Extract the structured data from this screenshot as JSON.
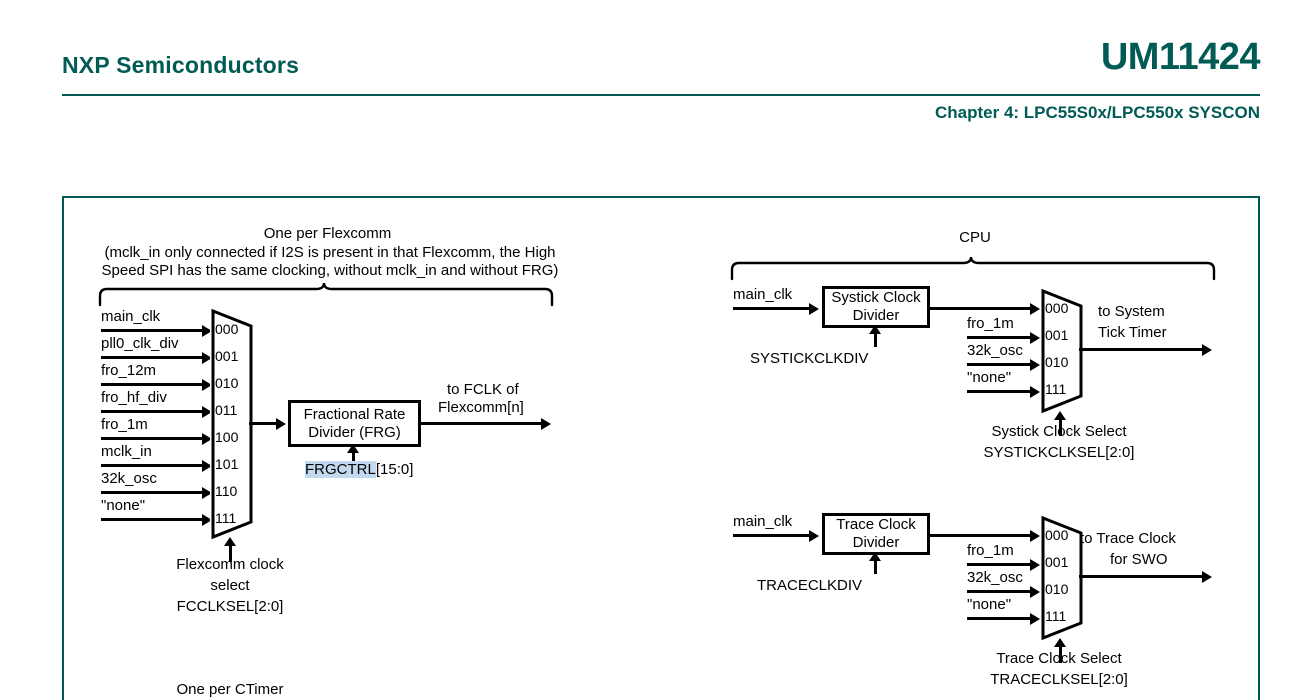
{
  "header": {
    "company": "NXP Semiconductors",
    "document": "UM11424",
    "chapter": "Chapter 4: LPC55S0x/LPC550x SYSCON"
  },
  "figure": {
    "flexcomm": {
      "caption_line1": "One per Flexcomm",
      "caption_line2": "(mclk_in only connected if I2S is present in that Flexcomm, the High",
      "caption_line3": "Speed SPI has the same clocking, without mclk_in and without FRG)",
      "inputs": [
        {
          "label": "main_clk",
          "code": "000"
        },
        {
          "label": "pll0_clk_div",
          "code": "001"
        },
        {
          "label": "fro_12m",
          "code": "010"
        },
        {
          "label": "fro_hf_div",
          "code": "011"
        },
        {
          "label": "fro_1m",
          "code": "100"
        },
        {
          "label": "mclk_in",
          "code": "101"
        },
        {
          "label": "32k_osc",
          "code": "110"
        },
        {
          "label": "\"none\"",
          "code": "111"
        }
      ],
      "select_line1": "Flexcomm clock",
      "select_line2": "select",
      "select_line3": "FCCLKSEL[2:0]",
      "frg_box_line1": "Fractional Rate",
      "frg_box_line2": "Divider (FRG)",
      "frg_ctrl_highlight": "FRGCTRL",
      "frg_ctrl_suffix": "[15:0]",
      "out_line1": "to FCLK of",
      "out_line2": "Flexcomm[n]"
    },
    "ctimer_caption": "One per CTimer",
    "cpu": {
      "group_label": "CPU",
      "systick": {
        "input_label": "main_clk",
        "divider_line1": "Systick Clock",
        "divider_line2": "Divider",
        "divider_ctrl": "SYSTICKCLKDIV",
        "mux_inputs": [
          {
            "label": "",
            "code": "000"
          },
          {
            "label": "fro_1m",
            "code": "001"
          },
          {
            "label": "32k_osc",
            "code": "010"
          },
          {
            "label": "\"none\"",
            "code": "111"
          }
        ],
        "out_line1": "to System",
        "out_line2": "Tick Timer",
        "select_line1": "Systick Clock Select",
        "select_line2": "SYSTICKCLKSEL[2:0]"
      },
      "trace": {
        "input_label": "main_clk",
        "divider_line1": "Trace Clock",
        "divider_line2": "Divider",
        "divider_ctrl": "TRACECLKDIV",
        "mux_inputs": [
          {
            "label": "",
            "code": "000"
          },
          {
            "label": "fro_1m",
            "code": "001"
          },
          {
            "label": "32k_osc",
            "code": "010"
          },
          {
            "label": "\"none\"",
            "code": "111"
          }
        ],
        "out_line1": "to Trace Clock",
        "out_line2": "for SWO",
        "select_line1": "Trace Clock Select",
        "select_line2": "TRACECLKSEL[2:0]"
      }
    }
  },
  "colors": {
    "brand_teal": "#005b54",
    "highlight_blue": "#c3d9f0",
    "line_black": "#000000"
  }
}
